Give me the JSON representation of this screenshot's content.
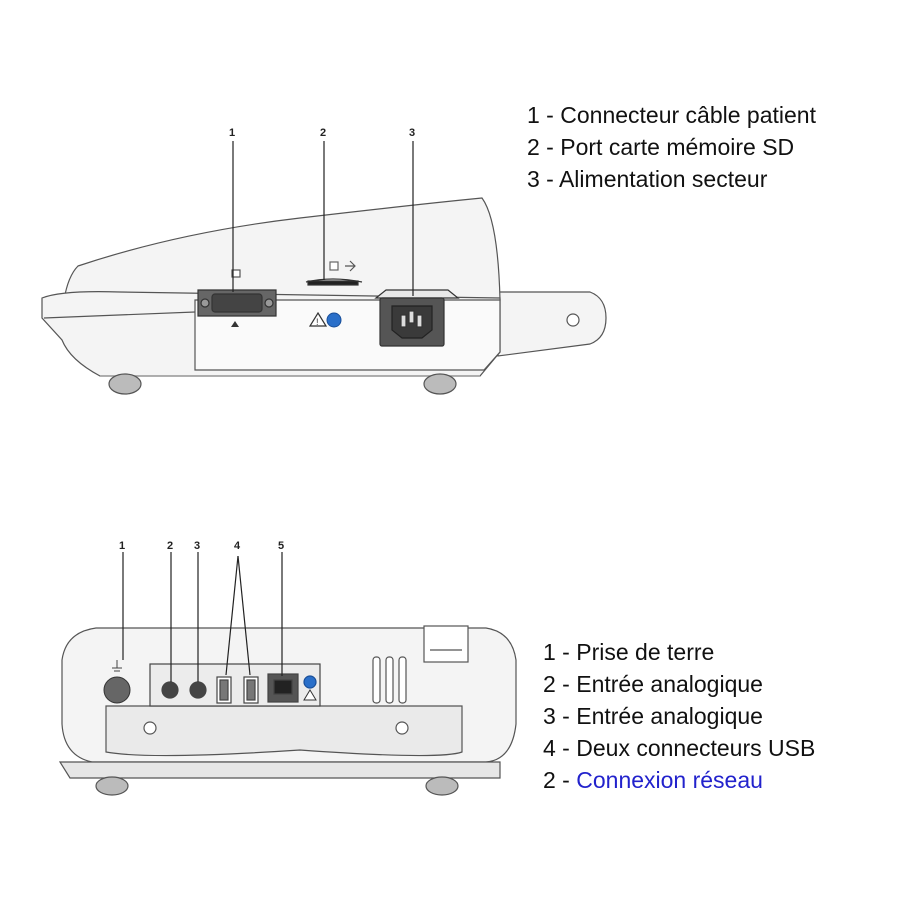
{
  "side_view": {
    "callouts": [
      "1",
      "2",
      "3"
    ],
    "legend": [
      {
        "num": "1",
        "sep": " - ",
        "text": "Connecteur câble patient"
      },
      {
        "num": "2",
        "sep": " - ",
        "text": "Port carte mémoire SD"
      },
      {
        "num": "3",
        "sep": " - ",
        "text": "Alimentation secteur"
      }
    ]
  },
  "rear_view": {
    "callouts": [
      "1",
      "2",
      "3",
      "4",
      "5"
    ],
    "legend": [
      {
        "num": "1",
        "sep": " - ",
        "text": "Prise de terre"
      },
      {
        "num": "2",
        "sep": " - ",
        "text": "Entrée analogique"
      },
      {
        "num": "3",
        "sep": " - ",
        "text": "Entrée analogique"
      },
      {
        "num": "4",
        "sep": " - ",
        "text": "Deux connecteurs USB"
      },
      {
        "num": "2",
        "sep": " - ",
        "text": "Connexion réseau",
        "link": true
      }
    ]
  },
  "colors": {
    "outline": "#555555",
    "body": "#f4f4f4",
    "shade": "#e2e2e2",
    "link": "#2222cc",
    "badge": "#2a6fc9"
  }
}
